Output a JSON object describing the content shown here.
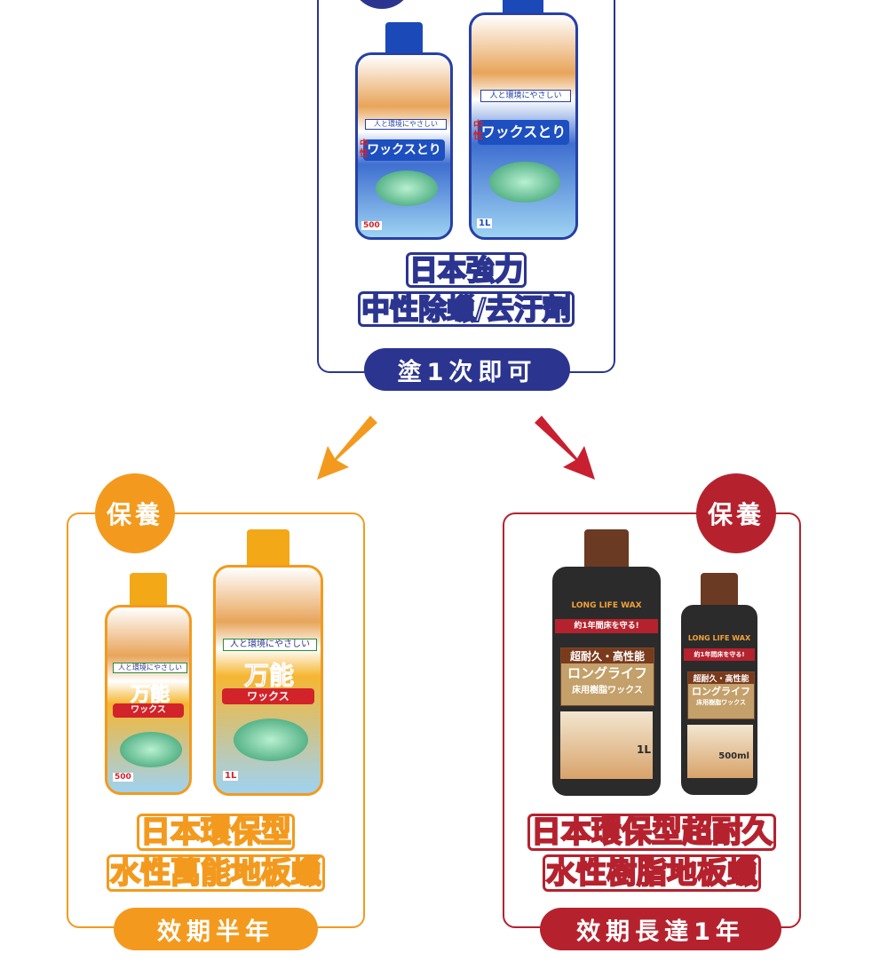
{
  "top_card": {
    "title_line1": "日本強力",
    "title_line2": "中性除蠟/去汙劑",
    "pill": "塗1次即可",
    "bottle_small": {
      "tagline": "人と環境にやさしい",
      "label": "ワックスとり",
      "prefix": "中性",
      "size": "500"
    },
    "bottle_large": {
      "tagline": "人と環境にやさしい",
      "label": "ワックスとり",
      "prefix": "中性",
      "size": "1L"
    }
  },
  "left_card": {
    "badge": "保養",
    "title_line1": "日本環保型",
    "title_line2": "水性萬能地板蠟",
    "pill": "效期半年",
    "bottle_small": {
      "tagline": "人と環境にやさしい",
      "brand": "万能",
      "label": "ワックス",
      "size": "500"
    },
    "bottle_large": {
      "tagline": "人と環境にやさしい",
      "brand": "万能",
      "label": "ワックス",
      "size": "1L"
    }
  },
  "right_card": {
    "badge": "保養",
    "title_line1": "日本環保型超耐久",
    "title_line2": "水性樹脂地板蠟",
    "pill": "效期長達1年",
    "bottle_large": {
      "brand": "LONG LIFE WAX",
      "tag": "約1年間床を守る!",
      "label1": "超耐久・高性能",
      "label2": "ロングライフ",
      "label3": "床用樹脂ワックス",
      "size": "1L"
    },
    "bottle_small": {
      "brand": "LONG LIFE WAX",
      "tag": "約1年間床を守る!",
      "label1": "超耐久・高性能",
      "label2": "ロングライフ",
      "label3": "床用樹脂ワックス",
      "size": "500ml"
    }
  },
  "colors": {
    "blue": "#2b3590",
    "orange": "#f39a1e",
    "red": "#b5222e"
  }
}
